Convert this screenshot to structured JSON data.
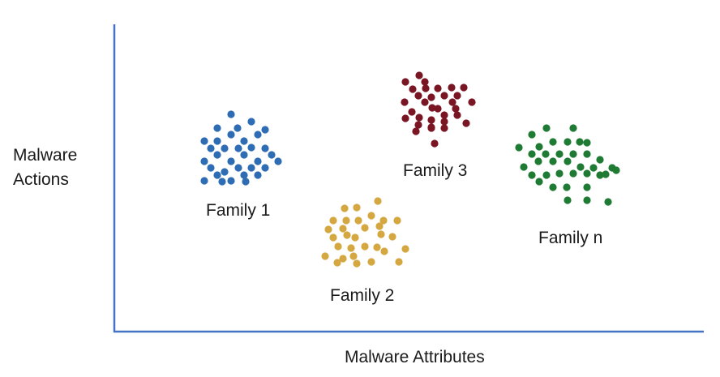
{
  "axes": {
    "y_title_line1": "Malware",
    "y_title_line2": "Actions",
    "x_title": "Malware Attributes",
    "axis_color": "#4472C4"
  },
  "clusters": [
    {
      "label": "Family 1",
      "color": "#2E6DB4",
      "points": [
        [
          285,
          141
        ],
        [
          268,
          158
        ],
        [
          293,
          158
        ],
        [
          310,
          150
        ],
        [
          252,
          174
        ],
        [
          268,
          174
        ],
        [
          285,
          166
        ],
        [
          301,
          174
        ],
        [
          318,
          166
        ],
        [
          327,
          160
        ],
        [
          260,
          183
        ],
        [
          277,
          183
        ],
        [
          294,
          183
        ],
        [
          310,
          182
        ],
        [
          327,
          183
        ],
        [
          252,
          199
        ],
        [
          268,
          191
        ],
        [
          285,
          199
        ],
        [
          301,
          191
        ],
        [
          318,
          199
        ],
        [
          335,
          191
        ],
        [
          343,
          199
        ],
        [
          260,
          207
        ],
        [
          277,
          212
        ],
        [
          294,
          207
        ],
        [
          310,
          207
        ],
        [
          327,
          207
        ],
        [
          252,
          223
        ],
        [
          268,
          216
        ],
        [
          285,
          223
        ],
        [
          301,
          216
        ],
        [
          318,
          216
        ],
        [
          274,
          224
        ],
        [
          303,
          224
        ]
      ]
    },
    {
      "label": "Family 2",
      "color": "#D4A740",
      "points": [
        [
          425,
          257
        ],
        [
          440,
          256
        ],
        [
          466,
          248
        ],
        [
          411,
          272
        ],
        [
          427,
          272
        ],
        [
          442,
          272
        ],
        [
          458,
          266
        ],
        [
          473,
          272
        ],
        [
          490,
          272
        ],
        [
          405,
          283
        ],
        [
          423,
          282
        ],
        [
          450,
          281
        ],
        [
          468,
          279
        ],
        [
          411,
          293
        ],
        [
          428,
          290
        ],
        [
          438,
          293
        ],
        [
          470,
          289
        ],
        [
          484,
          292
        ],
        [
          417,
          304
        ],
        [
          433,
          306
        ],
        [
          450,
          304
        ],
        [
          465,
          305
        ],
        [
          500,
          307
        ],
        [
          401,
          316
        ],
        [
          423,
          319
        ],
        [
          436,
          316
        ],
        [
          474,
          310
        ],
        [
          416,
          324
        ],
        [
          440,
          325
        ],
        [
          458,
          323
        ],
        [
          492,
          323
        ]
      ]
    },
    {
      "label": "Family 3",
      "color": "#7A1523",
      "points": [
        [
          517,
          93
        ],
        [
          500,
          101
        ],
        [
          524,
          101
        ],
        [
          525,
          109
        ],
        [
          509,
          110
        ],
        [
          540,
          109
        ],
        [
          557,
          108
        ],
        [
          572,
          108
        ],
        [
          499,
          126
        ],
        [
          516,
          118
        ],
        [
          532,
          120
        ],
        [
          548,
          118
        ],
        [
          564,
          118
        ],
        [
          508,
          138
        ],
        [
          524,
          126
        ],
        [
          533,
          133
        ],
        [
          540,
          134
        ],
        [
          558,
          126
        ],
        [
          582,
          126
        ],
        [
          500,
          146
        ],
        [
          517,
          145
        ],
        [
          532,
          148
        ],
        [
          548,
          142
        ],
        [
          562,
          134
        ],
        [
          564,
          142
        ],
        [
          516,
          154
        ],
        [
          532,
          157
        ],
        [
          548,
          150
        ],
        [
          575,
          152
        ],
        [
          513,
          162
        ],
        [
          532,
          158
        ],
        [
          548,
          158
        ],
        [
          536,
          177
        ]
      ]
    },
    {
      "label": "Family n",
      "color": "#1F7A33",
      "points": [
        [
          656,
          166
        ],
        [
          674,
          158
        ],
        [
          707,
          158
        ],
        [
          640,
          182
        ],
        [
          665,
          181
        ],
        [
          682,
          175
        ],
        [
          700,
          175
        ],
        [
          715,
          175
        ],
        [
          724,
          176
        ],
        [
          656,
          190
        ],
        [
          673,
          190
        ],
        [
          690,
          190
        ],
        [
          707,
          190
        ],
        [
          724,
          190
        ],
        [
          740,
          197
        ],
        [
          646,
          206
        ],
        [
          664,
          199
        ],
        [
          682,
          199
        ],
        [
          700,
          199
        ],
        [
          716,
          206
        ],
        [
          732,
          207
        ],
        [
          755,
          207
        ],
        [
          656,
          216
        ],
        [
          674,
          216
        ],
        [
          690,
          214
        ],
        [
          707,
          214
        ],
        [
          724,
          214
        ],
        [
          740,
          216
        ],
        [
          760,
          210
        ],
        [
          665,
          224
        ],
        [
          682,
          231
        ],
        [
          699,
          231
        ],
        [
          724,
          231
        ],
        [
          747,
          215
        ],
        [
          700,
          247
        ],
        [
          724,
          247
        ],
        [
          750,
          249
        ]
      ]
    }
  ]
}
